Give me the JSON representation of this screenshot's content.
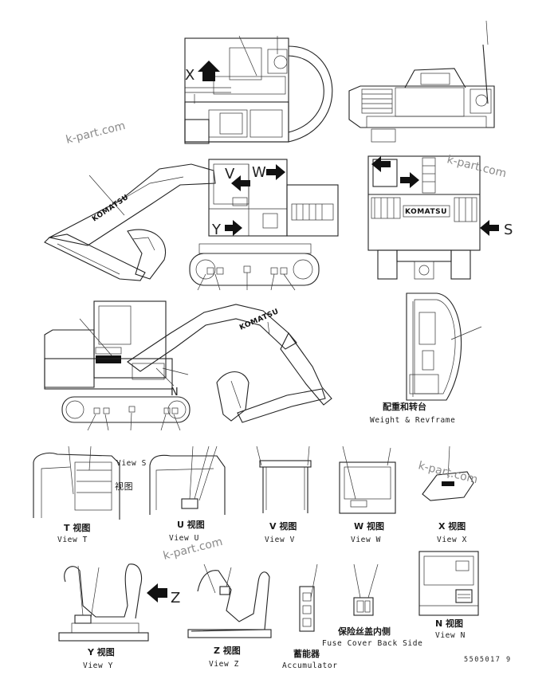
{
  "watermark": "k-part.com",
  "brand_logo": "KOMATSU",
  "view_letters": {
    "x": "X",
    "v": "V",
    "w": "W",
    "y": "Y",
    "s": "S",
    "n": "N",
    "z": "Z"
  },
  "captions": {
    "weight_revframe": {
      "cn": "配重和转台",
      "en": "Weight & Revframe"
    },
    "view_t": {
      "cn": "T 视图",
      "en": "View T"
    },
    "view_u": {
      "cn": "U 视图",
      "en": "View U"
    },
    "view_v": {
      "cn": "V 视图",
      "en": "View V"
    },
    "view_w": {
      "cn": "W 视图",
      "en": "View W"
    },
    "view_x": {
      "cn": "X 视图",
      "en": "View X"
    },
    "view_y": {
      "cn": "Y 视图",
      "en": "View Y"
    },
    "view_z": {
      "cn": "Z 视图",
      "en": "View Z"
    },
    "fuse_cover": {
      "cn": "保险丝盖内侧",
      "en": "Fuse Cover Back Side"
    },
    "view_n": {
      "cn": "N 视图",
      "en": "View N"
    },
    "accumulator": {
      "cn": "蓄能器",
      "en": "Accumulator"
    }
  },
  "view_t_labels": {
    "s": "View S",
    "e": "视图"
  },
  "doc_number": "5505017 9"
}
